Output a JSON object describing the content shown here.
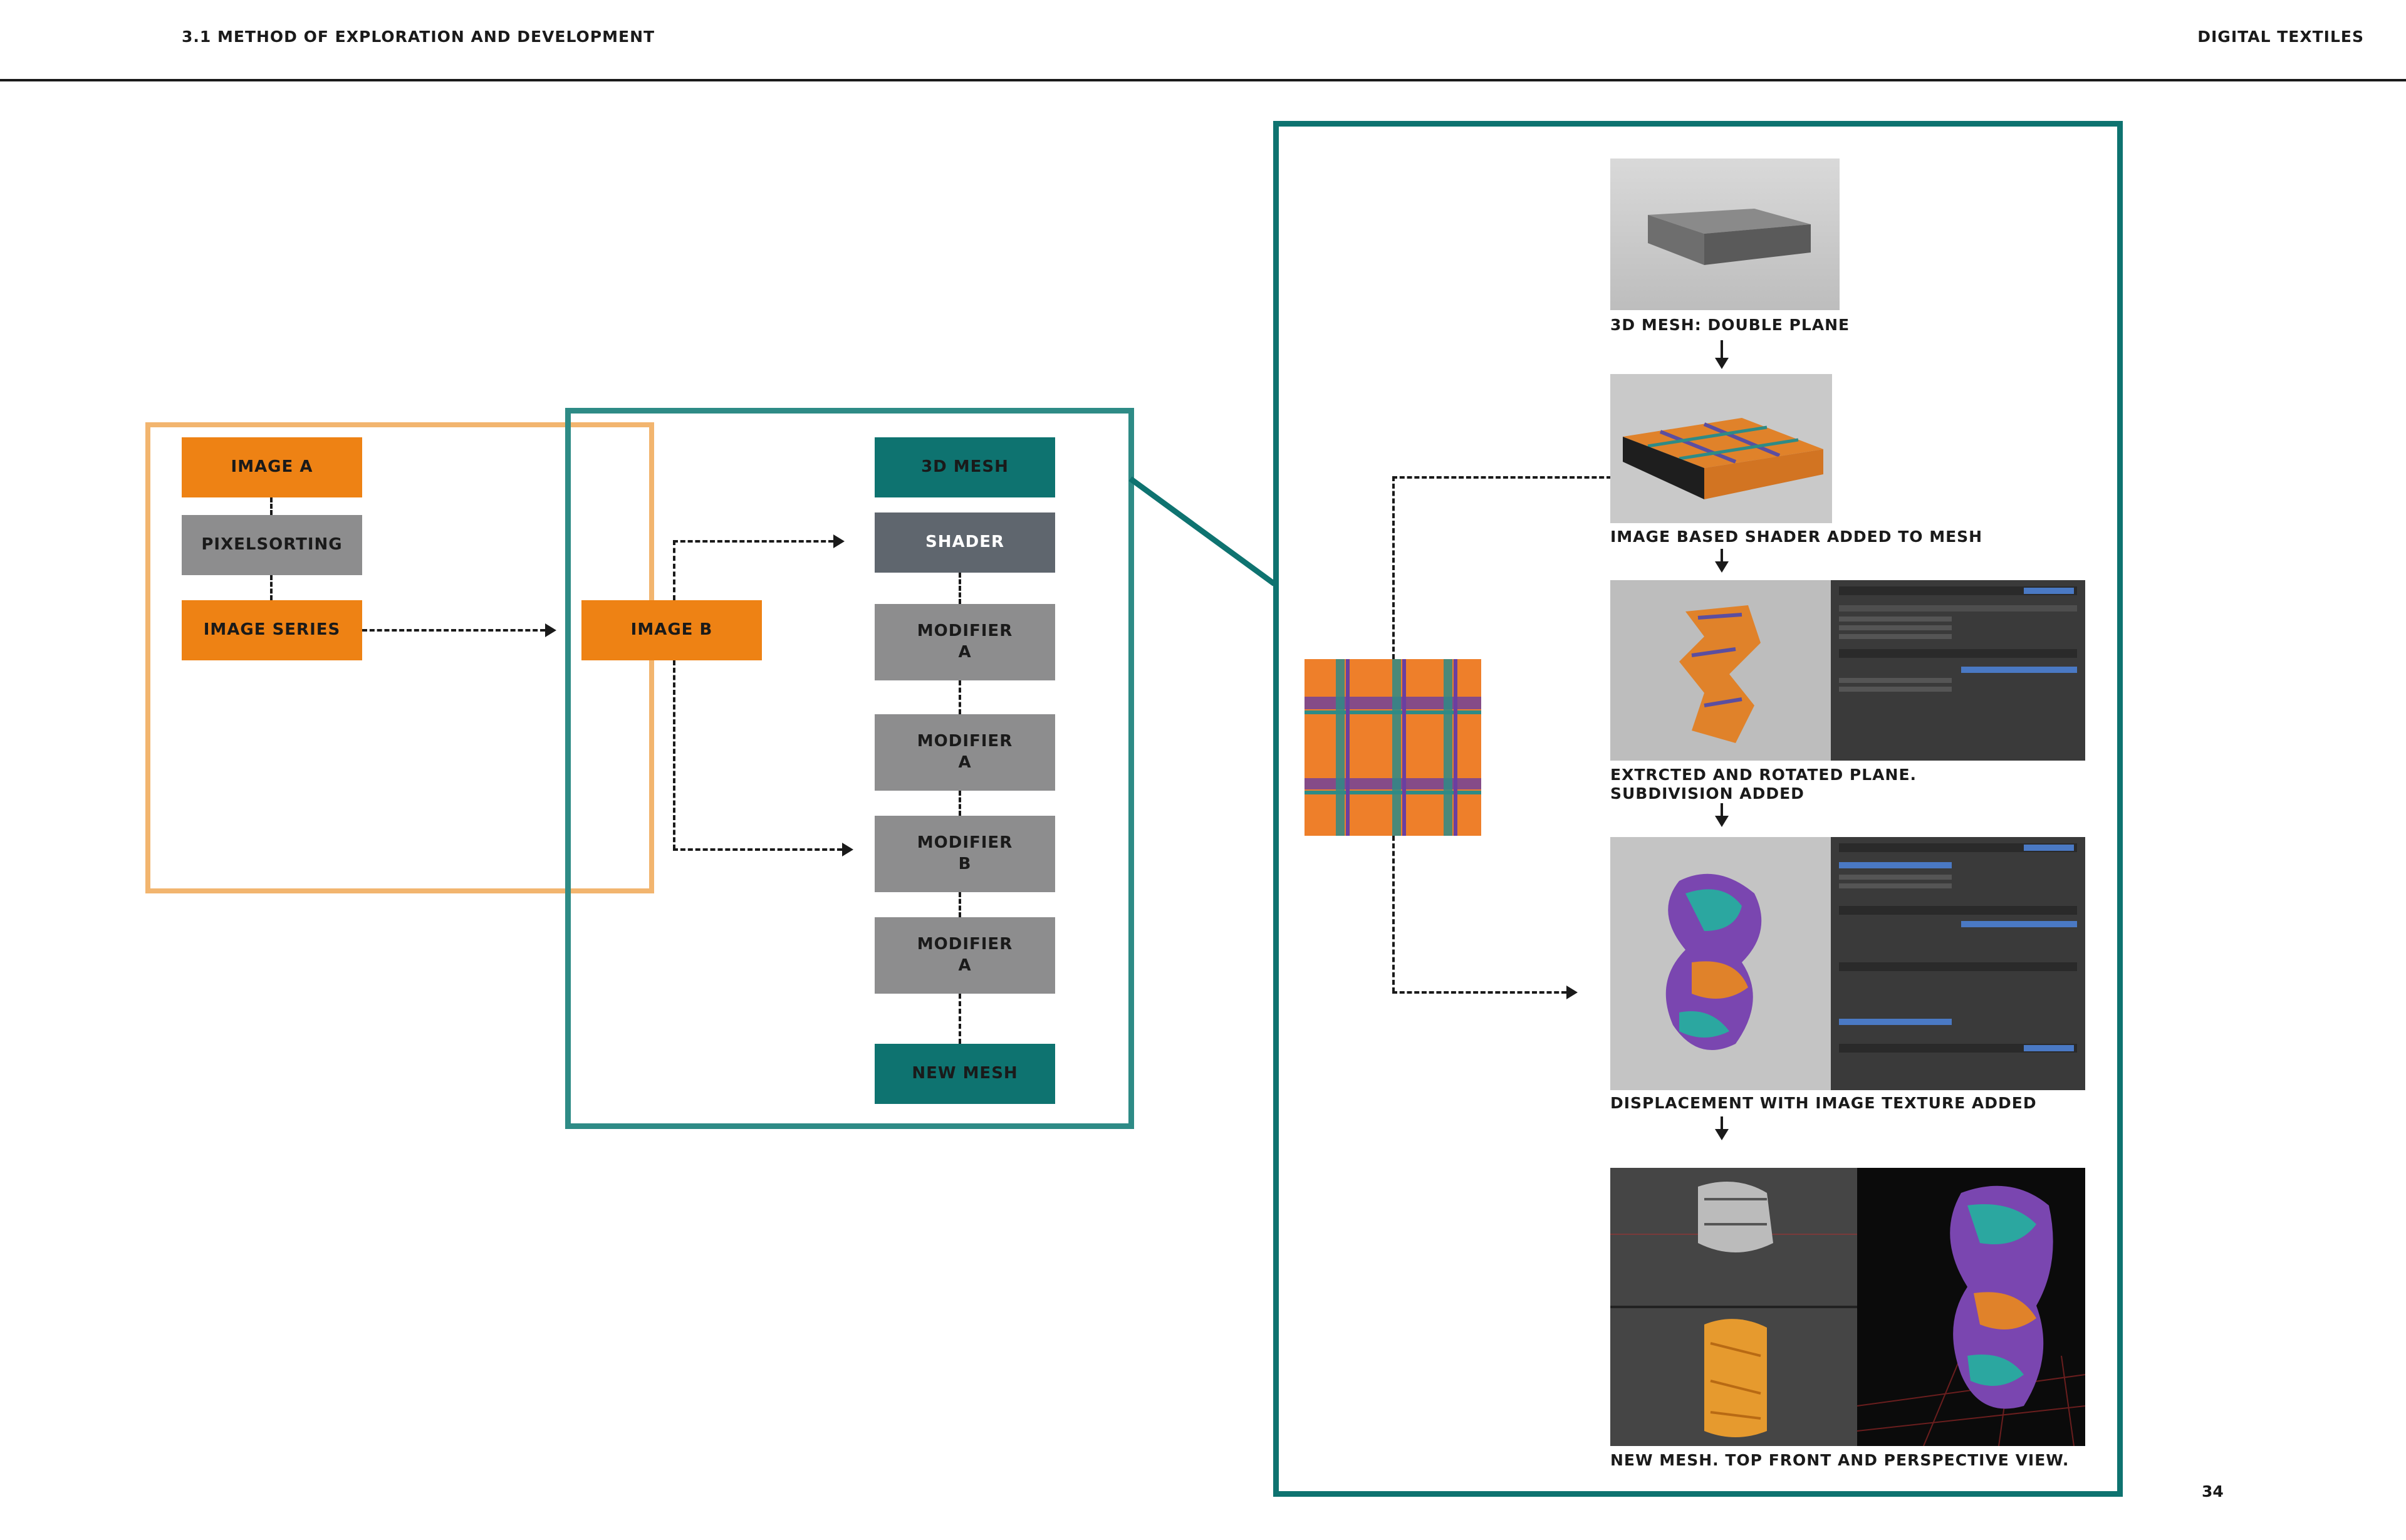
{
  "header": {
    "section": "3.1 METHOD OF EXPLORATION AND DEVELOPMENT",
    "title": "DIGITAL TEXTILES"
  },
  "left_flow": {
    "image_a": "IMAGE A",
    "pixelsorting": "PIXELSORTING",
    "image_series": "IMAGE SERIES"
  },
  "mid_flow": {
    "image_b": "IMAGE B",
    "mesh": "3D MESH",
    "shader": "SHADER",
    "modifier_1": {
      "line1": "MODIFIER",
      "line2": "A"
    },
    "modifier_2": {
      "line1": "MODIFIER",
      "line2": "A"
    },
    "modifier_3": {
      "line1": "MODIFIER",
      "line2": "B"
    },
    "modifier_4": {
      "line1": "MODIFIER",
      "line2": "A"
    },
    "new_mesh": "NEW MESH"
  },
  "steps": {
    "step1": "3D MESH: DOUBLE PLANE",
    "step2": "IMAGE BASED SHADER ADDED TO MESH",
    "step3_line1": "EXTRCTED AND ROTATED PLANE.",
    "step3_line2": "SUBDIVISION ADDED",
    "step4": "DISPLACEMENT WITH IMAGE TEXTURE ADDED",
    "step5": "NEW MESH. TOP FRONT AND PERSPECTIVE VIEW."
  },
  "page_number": "34",
  "colors": {
    "orange": "#EE8214",
    "light_orange_frame": "#F2B56F",
    "teal": "#0E7370",
    "teal_frame": "#2E8B86",
    "grey": "#8D8D8E",
    "slate": "#5F666E"
  }
}
